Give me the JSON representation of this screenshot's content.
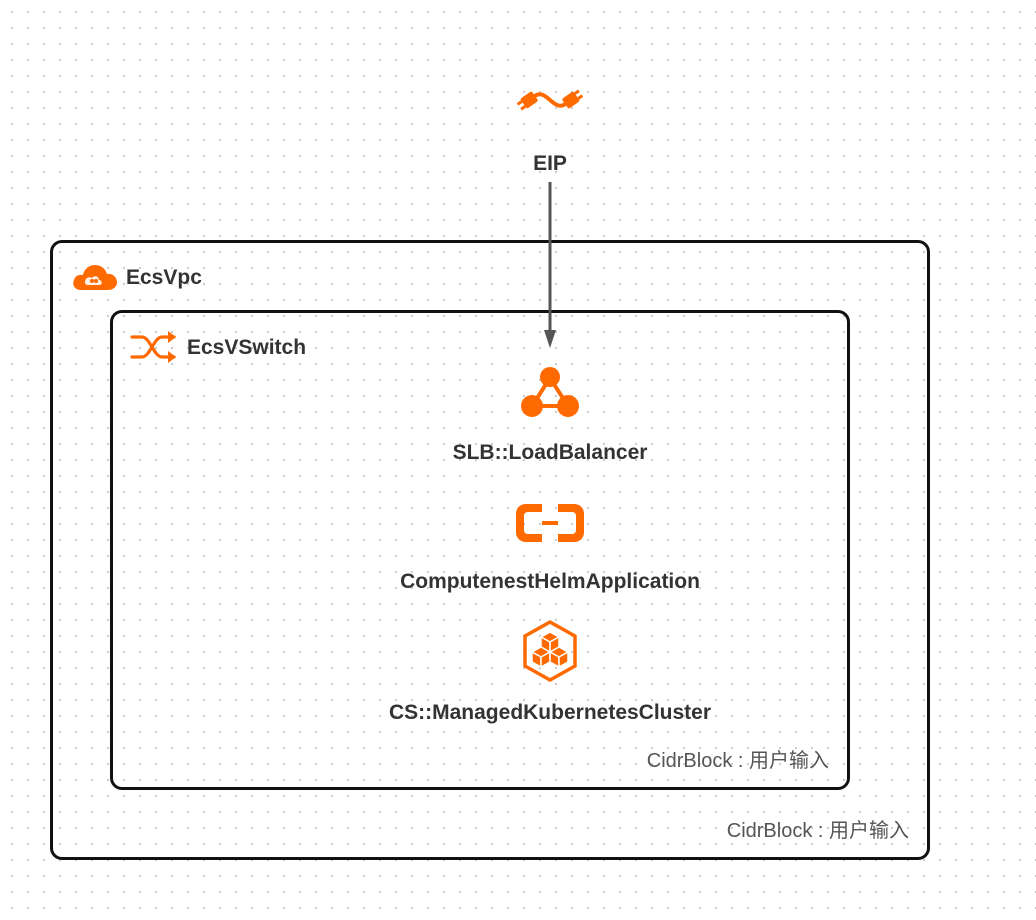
{
  "nodes": {
    "eip": {
      "label": "EIP",
      "icon": "eip-connector-icon"
    },
    "slb": {
      "label": "SLB::LoadBalancer",
      "icon": "load-balancer-icon"
    },
    "helm": {
      "label": "ComputenestHelmApplication",
      "icon": "alibaba-cloud-logo-icon"
    },
    "k8s": {
      "label": "CS::ManagedKubernetesCluster",
      "icon": "kubernetes-cluster-icon"
    }
  },
  "groups": {
    "vpc": {
      "title": "EcsVpc",
      "icon": "cloud-icon",
      "cidr": "CidrBlock : 用户输入"
    },
    "vswitch": {
      "title": "EcsVSwitch",
      "icon": "switch-arrows-icon",
      "cidr": "CidrBlock : 用户输入"
    }
  },
  "edges": [
    {
      "from": "EIP",
      "to": "SLB::LoadBalancer"
    }
  ],
  "colors": {
    "accent": "#ff6a00",
    "border": "#111111",
    "text": "#333333",
    "arrow": "#555555"
  }
}
